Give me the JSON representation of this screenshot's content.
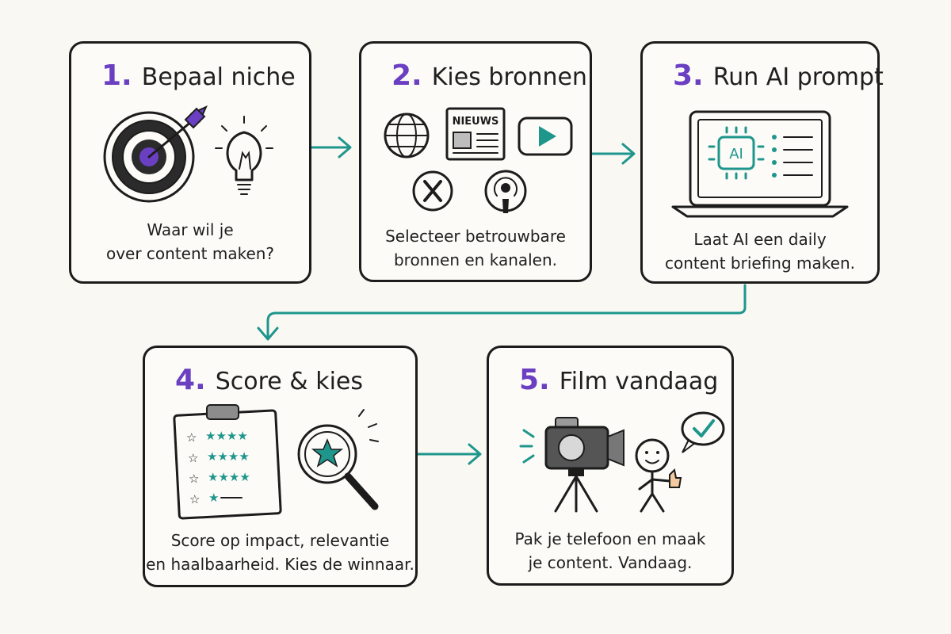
{
  "colors": {
    "accent_purple": "#6a3fc2",
    "accent_teal": "#1f968c",
    "ink": "#1c1c1c",
    "background": "#faf8f3"
  },
  "steps": [
    {
      "number": "1.",
      "title": "Bepaal niche",
      "text_lines": [
        "Waar wil je",
        "over content maken?"
      ],
      "icons": [
        "target-arrow-icon",
        "lightbulb-icon"
      ]
    },
    {
      "number": "2.",
      "title": "Kies bronnen",
      "text_lines": [
        "Selecteer betrouwbare",
        "bronnen en kanalen."
      ],
      "newspaper_label": "NIEUWS",
      "icons": [
        "globe-icon",
        "newspaper-icon",
        "video-play-icon",
        "x-logo-icon",
        "podcast-icon"
      ]
    },
    {
      "number": "3.",
      "title": "Run AI prompt",
      "text_lines": [
        "Laat AI een daily",
        "content briefing maken."
      ],
      "chip_label": "AI",
      "icons": [
        "laptop-ai-icon"
      ]
    },
    {
      "number": "4.",
      "title": "Score & kies",
      "text_lines": [
        "Score op impact, relevantie",
        "en haalbaarheid. Kies de winnaar."
      ],
      "icons": [
        "clipboard-rating-icon",
        "magnifier-star-icon"
      ]
    },
    {
      "number": "5.",
      "title": "Film vandaag",
      "text_lines": [
        "Pak je telefoon en maak",
        "je content. Vandaag."
      ],
      "icons": [
        "video-camera-icon",
        "thumbs-up-person-icon",
        "checkmark-bubble-icon"
      ]
    }
  ]
}
